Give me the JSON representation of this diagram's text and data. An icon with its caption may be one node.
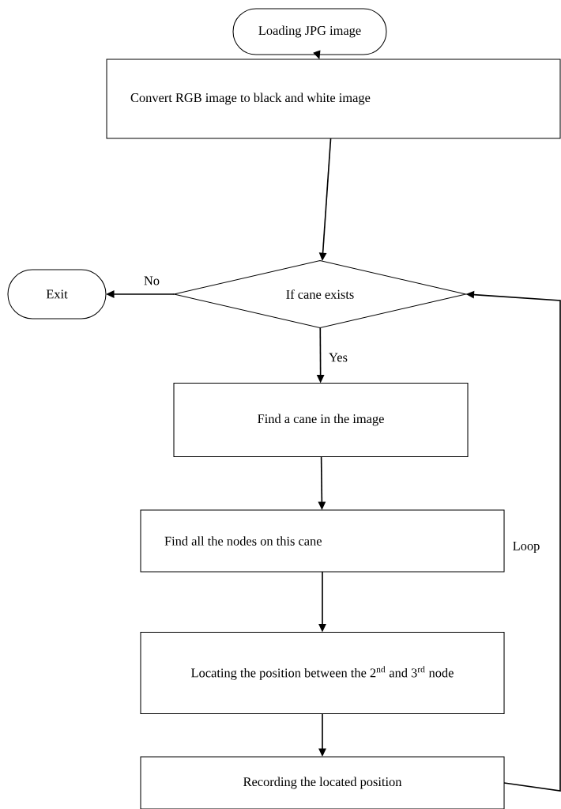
{
  "diagram": {
    "nodes": [
      {
        "text": [
          "Loading JPG image"
        ]
      },
      {
        "text": [
          "Convert RGB image to black and white image"
        ]
      },
      {
        "text": [
          "If cane exists"
        ]
      },
      {
        "text": [
          "Exit"
        ]
      },
      {
        "text": [
          "Find a cane in the image"
        ]
      },
      {
        "text": [
          "Find all the nodes on this cane"
        ]
      },
      {
        "text": [
          "Locating the position between the 2$^{nd}$ and 3$^{rd}$ node"
        ]
      },
      {
        "text": [
          "Recording the located position"
        ]
      }
    ],
    "edges": [
      {
        "from": 0,
        "to": 1,
        "arrow": "to"
      },
      {
        "from": 1,
        "to": 2,
        "arrow": "to"
      },
      {
        "from": 2,
        "to": 3,
        "arrow": "to",
        "label": "No"
      },
      {
        "from": 2,
        "to": 4,
        "arrow": "to",
        "label": "Yes"
      },
      {
        "from": 4,
        "to": 5,
        "arrow": "to"
      },
      {
        "from": 5,
        "to": 6,
        "arrow": "to"
      },
      {
        "from": 6,
        "to": 7,
        "arrow": "to"
      },
      {
        "from": 7,
        "to": 2,
        "arrow": "to",
        "label": "Loop"
      }
    ]
  }
}
